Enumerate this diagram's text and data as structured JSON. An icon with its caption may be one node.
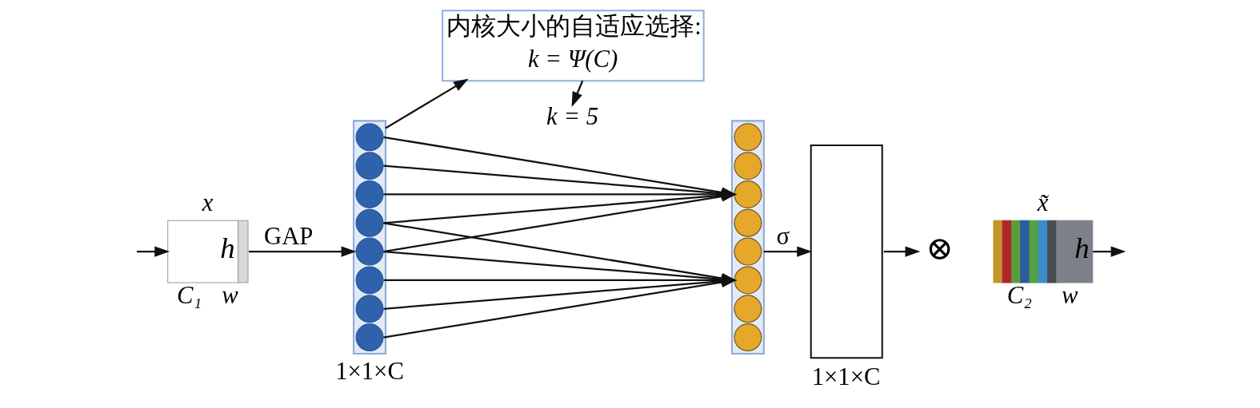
{
  "diagram": {
    "nodes": [
      {
        "text": [
          "内核大小的自适应选择:",
          "k = Ψ(C)"
        ]
      },
      {
        "text": [
          "k = 5"
        ]
      },
      {
        "text": [
          "h"
        ],
        "beside": [
          "x",
          "w",
          "C₁"
        ]
      },
      {
        "text": [],
        "shape": "bar",
        "beside": [
          "1×1×C"
        ]
      },
      {
        "text": [],
        "shape": "circle",
        "in": 3
      },
      {
        "text": [],
        "shape": "circle",
        "in": 3
      },
      {
        "text": [],
        "shape": "circle",
        "in": 3
      },
      {
        "text": [],
        "shape": "circle",
        "in": 3
      },
      {
        "text": [],
        "shape": "circle",
        "in": 3
      },
      {
        "text": [],
        "shape": "circle",
        "in": 3
      },
      {
        "text": [],
        "shape": "circle",
        "in": 3
      },
      {
        "text": [],
        "shape": "circle",
        "in": 3
      },
      {
        "text": [],
        "shape": "bar"
      },
      {
        "text": [],
        "shape": "circle",
        "in": 12
      },
      {
        "text": [],
        "shape": "circle",
        "in": 12
      },
      {
        "text": [],
        "shape": "circle",
        "in": 12
      },
      {
        "text": [],
        "shape": "circle",
        "in": 12
      },
      {
        "text": [],
        "shape": "circle",
        "in": 12
      },
      {
        "text": [],
        "shape": "circle",
        "in": 12
      },
      {
        "text": [],
        "shape": "circle",
        "in": 12
      },
      {
        "text": [],
        "shape": "circle",
        "in": 12
      },
      {
        "text": [],
        "shape": "bar",
        "beside": [
          "1×1×C"
        ]
      },
      {
        "text": [
          "⊗"
        ]
      },
      {
        "text": [
          "h"
        ],
        "beside": [
          "x̃",
          "w",
          "C₂"
        ]
      }
    ],
    "edges": [
      {
        "from": null,
        "to": 2,
        "arrow": "to"
      },
      {
        "from": 2,
        "to": 3,
        "arrow": "to",
        "label": "GAP"
      },
      {
        "from": 3,
        "to": 0,
        "arrow": "to"
      },
      {
        "from": 0,
        "to": 1,
        "arrow": "to"
      },
      {
        "from": 4,
        "to": 15,
        "arrow": "to"
      },
      {
        "from": 5,
        "to": 15,
        "arrow": "to"
      },
      {
        "from": 6,
        "to": 15,
        "arrow": "to"
      },
      {
        "from": 7,
        "to": 15,
        "arrow": "to"
      },
      {
        "from": 7,
        "to": 18,
        "arrow": "to"
      },
      {
        "from": 8,
        "to": 15,
        "arrow": "to"
      },
      {
        "from": 8,
        "to": 18,
        "arrow": "to"
      },
      {
        "from": 9,
        "to": 18,
        "arrow": "to"
      },
      {
        "from": 10,
        "to": 18,
        "arrow": "to"
      },
      {
        "from": 11,
        "to": 18,
        "arrow": "to"
      },
      {
        "from": 12,
        "to": 21,
        "arrow": "to",
        "label": "σ"
      },
      {
        "from": 21,
        "to": 22,
        "arrow": "to"
      },
      {
        "from": 23,
        "to": null,
        "arrow": "to"
      }
    ]
  }
}
